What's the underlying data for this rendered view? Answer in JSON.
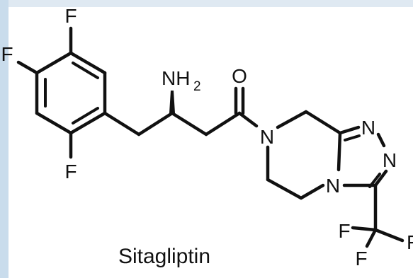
{
  "molecule": {
    "name": "Sitagliptin",
    "atoms": {
      "fluorine": "F",
      "amine": "NH",
      "amine_subscript": "2",
      "oxygen": "O",
      "nitrogen": "N"
    }
  },
  "colors": {
    "ink": "#111111",
    "background": "#ffffff",
    "frame": "#cfe0ef"
  }
}
